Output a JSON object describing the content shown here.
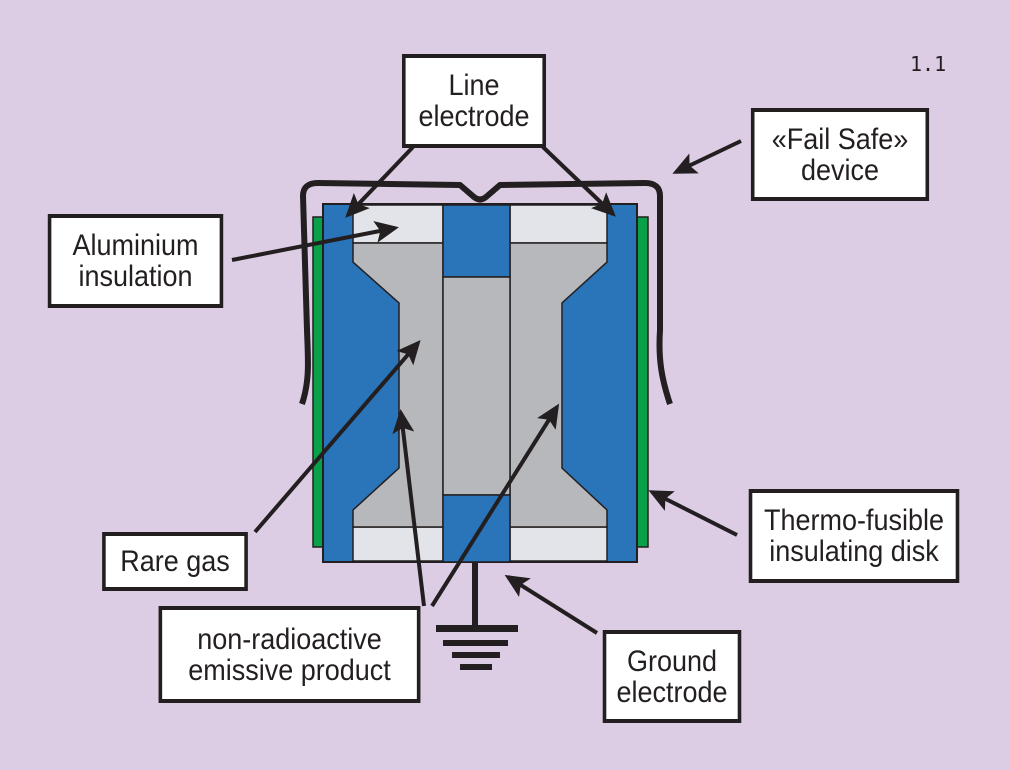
{
  "figure_number": "1.1",
  "colors": {
    "background": "#dccde4",
    "electrode_blue": "#2a74b9",
    "disk_green": "#0aa04a",
    "gas_gray": "#b6b8bc",
    "insulation_light_gray": "#e3e4e9",
    "outline": "#231f20"
  },
  "labels": {
    "line_electrode": "Line\nelectrode",
    "fail_safe": "«Fail Safe»\ndevice",
    "aluminium_insulation": "Aluminium\ninsulation",
    "rare_gas": "Rare gas",
    "thermo_fusible": "Thermo-fusible\ninsulating disk",
    "emissive_product": "non-radioactive\nemissive product",
    "ground_electrode": "Ground\nelectrode"
  }
}
